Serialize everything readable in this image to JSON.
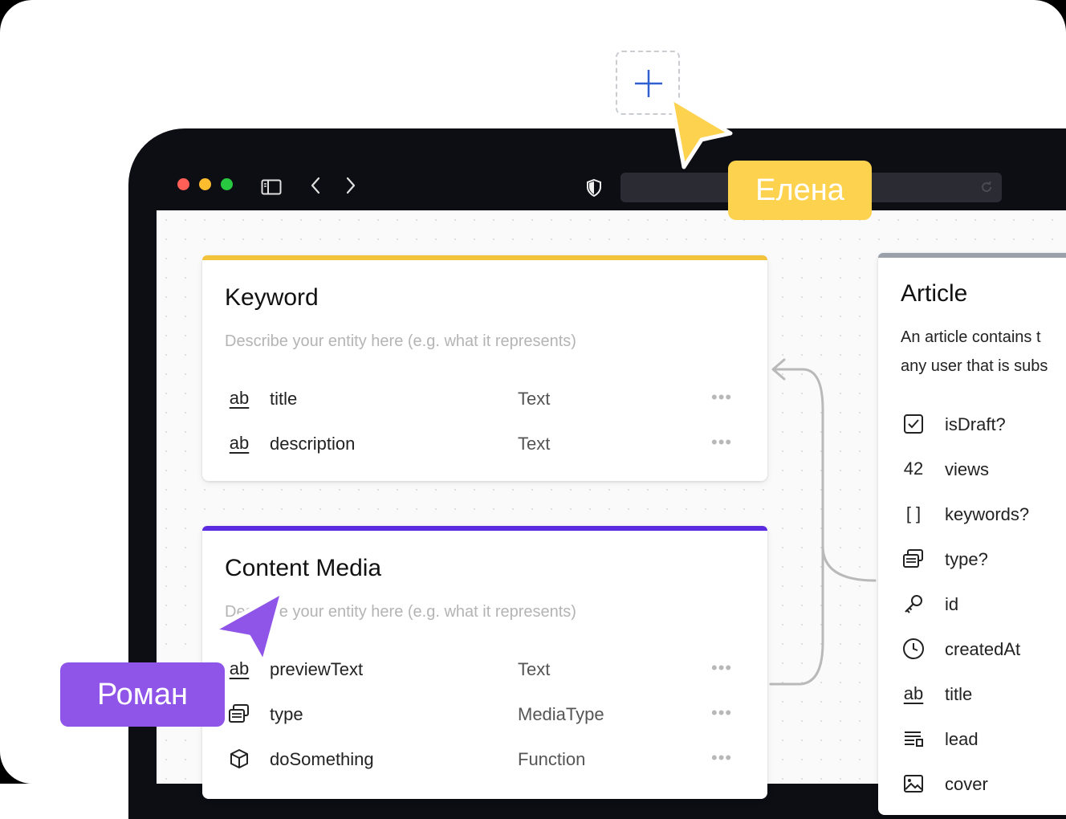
{
  "presence": {
    "elena": {
      "name": "Елена",
      "color": "#fdd24f"
    },
    "roman": {
      "name": "Роман",
      "color": "#8e55e8"
    }
  },
  "toolbar": {
    "url": ""
  },
  "keyword_card": {
    "title": "Keyword",
    "description_placeholder": "Describe your entity here (e.g. what it represents)",
    "accent": "#f2c23b",
    "fields": [
      {
        "icon": "ab",
        "name": "title",
        "type": "Text"
      },
      {
        "icon": "ab",
        "name": "description",
        "type": "Text"
      }
    ]
  },
  "content_media_card": {
    "title": "Content Media",
    "description_placeholder": "Describe your entity here (e.g. what it represents)",
    "accent": "#5a2be0",
    "fields": [
      {
        "icon": "ab",
        "name": "previewText",
        "type": "Text"
      },
      {
        "icon": "media-type-icon",
        "name": "type",
        "type": "MediaType"
      },
      {
        "icon": "cube-icon",
        "name": "doSomething",
        "type": "Function"
      }
    ]
  },
  "article_card": {
    "title": "Article",
    "description_line1": "An article contains t",
    "description_line2": "any user that is subs",
    "accent": "#9aa1aa",
    "fields": [
      {
        "icon": "checkbox-icon",
        "name": "isDraft?"
      },
      {
        "icon": "42",
        "name": "views"
      },
      {
        "icon": "[ ]",
        "name": "keywords?"
      },
      {
        "icon": "media-type-icon",
        "name": "type?"
      },
      {
        "icon": "key-icon",
        "name": "id"
      },
      {
        "icon": "clock-icon",
        "name": "createdAt"
      },
      {
        "icon": "ab",
        "name": "title"
      },
      {
        "icon": "rich-text-icon",
        "name": "lead"
      },
      {
        "icon": "image-icon",
        "name": "cover"
      }
    ]
  },
  "more_label": "•••"
}
